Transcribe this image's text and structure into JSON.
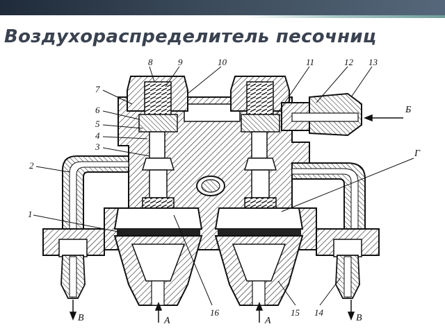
{
  "slide": {
    "title": "Воздухораспределитель песочниц"
  },
  "diagram": {
    "part_numbers": [
      "1",
      "2",
      "3",
      "4",
      "5",
      "6",
      "7",
      "8",
      "9",
      "10",
      "11",
      "12",
      "13",
      "14",
      "15",
      "16"
    ],
    "letter_labels": {
      "b": "Б",
      "g": "Г",
      "a_left": "А",
      "a_right": "А",
      "v_left": "В",
      "v_right": "В"
    }
  }
}
